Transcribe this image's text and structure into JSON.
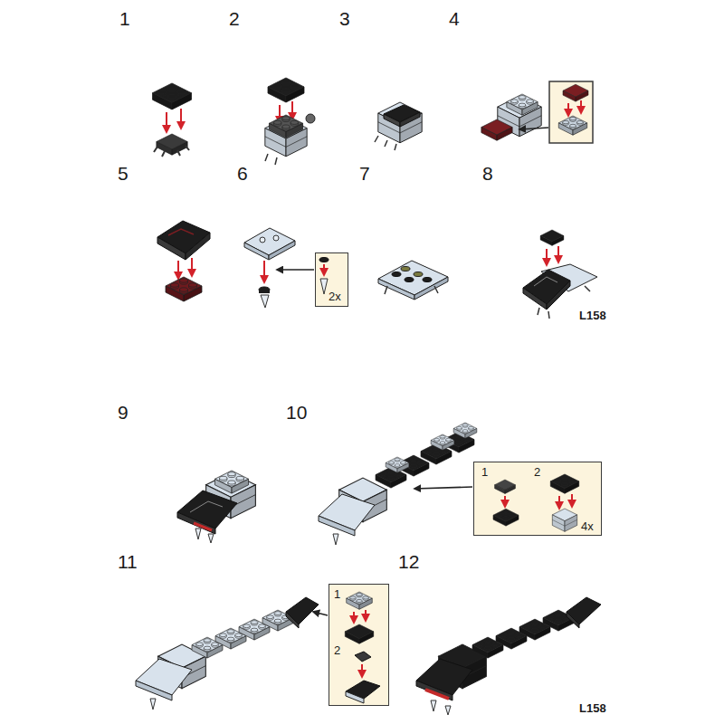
{
  "diagram": {
    "nodes": [
      {
        "text": [
          "2x"
        ]
      },
      {
        "text": [
          "1",
          "2",
          "4x"
        ]
      },
      {
        "text": [
          "1",
          "2"
        ]
      }
    ],
    "labels": [
      "1",
      "2",
      "3",
      "4",
      "5",
      "6",
      "7",
      "8",
      "L158",
      "9",
      "10",
      "11",
      "12",
      "L158"
    ]
  }
}
